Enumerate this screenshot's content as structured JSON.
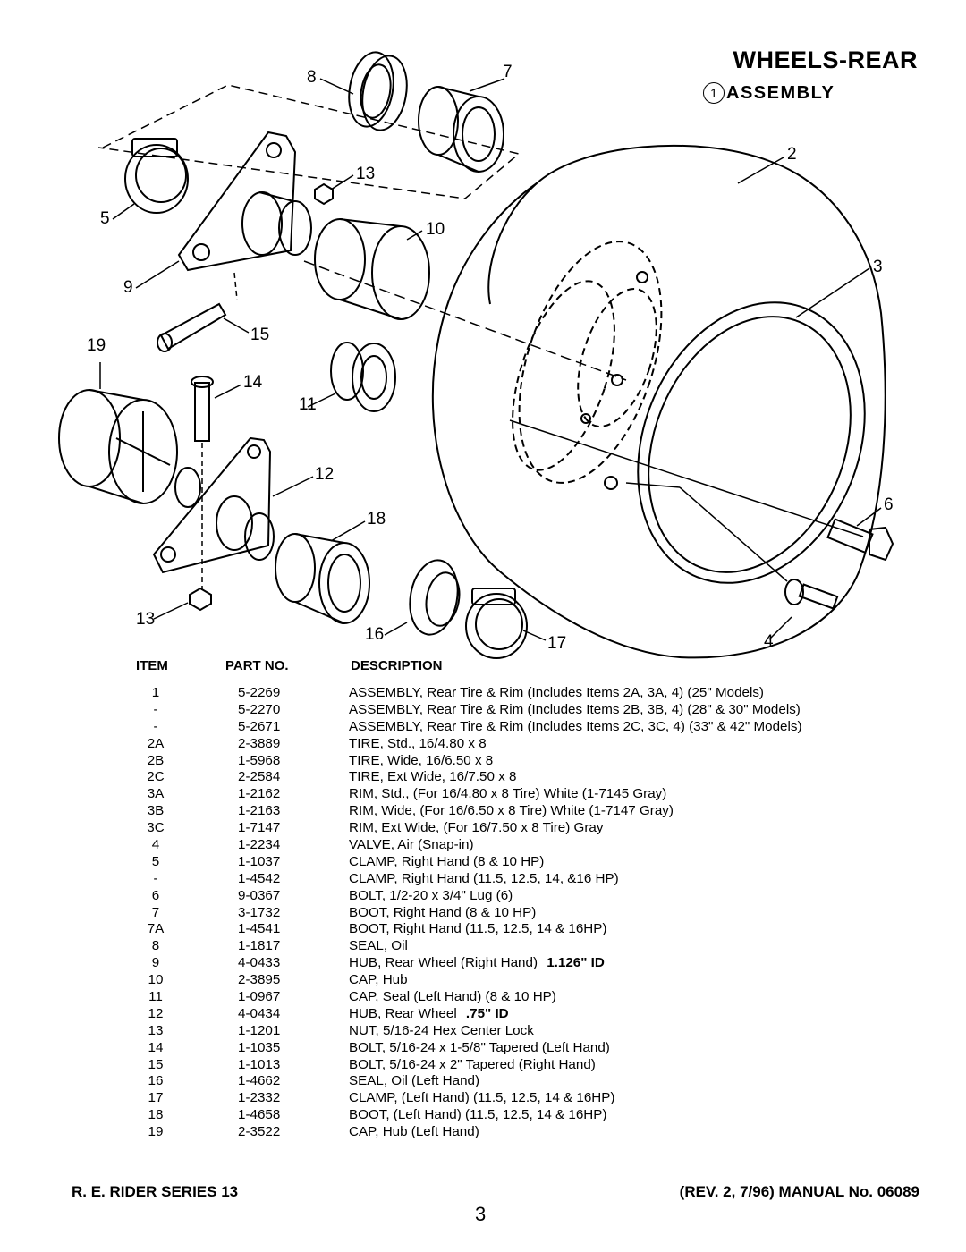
{
  "header": {
    "title": "WHEELS-REAR",
    "assembly_number": "1",
    "assembly_label": "ASSEMBLY"
  },
  "diagram": {
    "callouts": [
      {
        "label": "8"
      },
      {
        "label": "7"
      },
      {
        "label": "2"
      },
      {
        "label": "13"
      },
      {
        "label": "5"
      },
      {
        "label": "10"
      },
      {
        "label": "3"
      },
      {
        "label": "9"
      },
      {
        "label": "15"
      },
      {
        "label": "19"
      },
      {
        "label": "14"
      },
      {
        "label": "11"
      },
      {
        "label": "12"
      },
      {
        "label": "6"
      },
      {
        "label": "18"
      },
      {
        "label": "13"
      },
      {
        "label": "16"
      },
      {
        "label": "17"
      },
      {
        "label": "4"
      }
    ]
  },
  "table": {
    "headers": {
      "item": "ITEM",
      "part": "PART NO.",
      "description": "DESCRIPTION"
    },
    "rows": [
      {
        "item": "1",
        "part": "5-2269",
        "description": "ASSEMBLY, Rear Tire & Rim (Includes Items 2A, 3A, 4) (25\" Models)"
      },
      {
        "item": "-",
        "part": "5-2270",
        "description": "ASSEMBLY, Rear Tire & Rim (Includes Items 2B, 3B, 4) (28\" & 30\" Models)"
      },
      {
        "item": "-",
        "part": "5-2671",
        "description": "ASSEMBLY, Rear Tire & Rim (Includes Items 2C, 3C, 4) (33\" & 42\" Models)"
      },
      {
        "item": "2A",
        "part": "2-3889",
        "description": "TIRE, Std., 16/4.80 x 8"
      },
      {
        "item": "2B",
        "part": "1-5968",
        "description": "TIRE, Wide, 16/6.50 x 8"
      },
      {
        "item": "2C",
        "part": "2-2584",
        "description": "TIRE, Ext Wide, 16/7.50 x 8"
      },
      {
        "item": "3A",
        "part": "1-2162",
        "description": "RIM, Std., (For 16/4.80 x 8 Tire) White (1-7145 Gray)"
      },
      {
        "item": "3B",
        "part": "1-2163",
        "description": "RIM, Wide, (For 16/6.50 x 8 Tire) White (1-7147 Gray)"
      },
      {
        "item": "3C",
        "part": "1-7147",
        "description": "RIM, Ext Wide, (For 16/7.50 x 8 Tire) Gray"
      },
      {
        "item": "4",
        "part": "1-2234",
        "description": "VALVE, Air (Snap-in)"
      },
      {
        "item": "5",
        "part": "1-1037",
        "description": "CLAMP, Right Hand (8 & 10 HP)"
      },
      {
        "item": "-",
        "part": "1-4542",
        "description": "CLAMP, Right Hand (11.5, 12.5, 14, &16 HP)"
      },
      {
        "item": "6",
        "part": "9-0367",
        "description": "BOLT, 1/2-20 x 3/4\" Lug (6)"
      },
      {
        "item": "7",
        "part": "3-1732",
        "description": "BOOT, Right Hand (8 & 10 HP)"
      },
      {
        "item": "7A",
        "part": "1-4541",
        "description": "BOOT, Right Hand (11.5, 12.5, 14 & 16HP)"
      },
      {
        "item": "8",
        "part": "1-1817",
        "description": "SEAL, Oil"
      },
      {
        "item": "9",
        "part": "4-0433",
        "description": "HUB, Rear Wheel (Right Hand) ",
        "emph": "1.126\" ID"
      },
      {
        "item": "10",
        "part": "2-3895",
        "description": "CAP, Hub"
      },
      {
        "item": "11",
        "part": "1-0967",
        "description": "CAP, Seal (Left Hand) (8 & 10 HP)"
      },
      {
        "item": "12",
        "part": "4-0434",
        "description": "HUB, Rear Wheel ",
        "emph": ".75\" ID"
      },
      {
        "item": "13",
        "part": "1-1201",
        "description": "NUT, 5/16-24 Hex Center Lock"
      },
      {
        "item": "14",
        "part": "1-1035",
        "description": "BOLT, 5/16-24 x 1-5/8\" Tapered (Left Hand)"
      },
      {
        "item": "15",
        "part": "1-1013",
        "description": "BOLT, 5/16-24 x 2\" Tapered (Right Hand)"
      },
      {
        "item": "16",
        "part": "1-4662",
        "description": "SEAL, Oil (Left Hand)"
      },
      {
        "item": "17",
        "part": "1-2332",
        "description": "CLAMP, (Left Hand) (11.5, 12.5, 14 & 16HP)"
      },
      {
        "item": "18",
        "part": "1-4658",
        "description": "BOOT, (Left Hand) (11.5, 12.5, 14 & 16HP)"
      },
      {
        "item": "19",
        "part": "2-3522",
        "description": "CAP, Hub (Left Hand)"
      }
    ]
  },
  "footer": {
    "series": "R. E. RIDER SERIES 13",
    "page": "3",
    "revision": "(REV. 2, 7/96) MANUAL No. 06089"
  }
}
